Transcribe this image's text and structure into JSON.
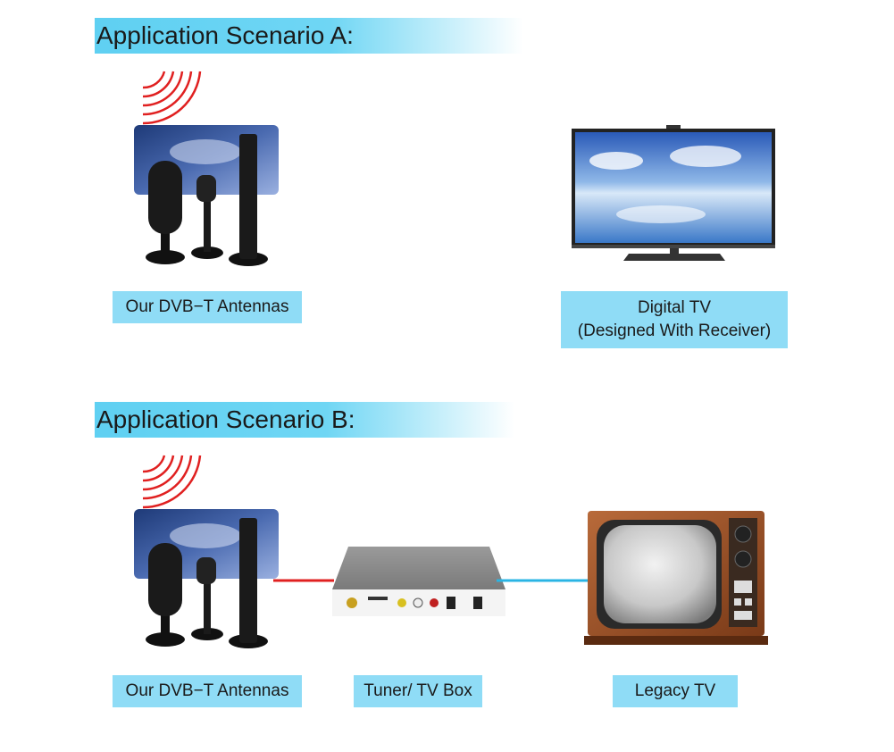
{
  "scenario_a": {
    "title": "Application Scenario A:",
    "antenna_label": "Our DVB−T Antennas",
    "tv_label_line1": "Digital TV",
    "tv_label_line2": "(Designed With Receiver)"
  },
  "scenario_b": {
    "title": "Application Scenario B:",
    "antenna_label": "Our DVB−T Antennas",
    "box_label": "Tuner/ TV Box",
    "tv_label": "Legacy TV"
  },
  "colors": {
    "banner": "#5fd0f2",
    "label_bg": "#8fdcf6",
    "signal_red": "#e02020",
    "line_blue": "#2ab4e4"
  }
}
